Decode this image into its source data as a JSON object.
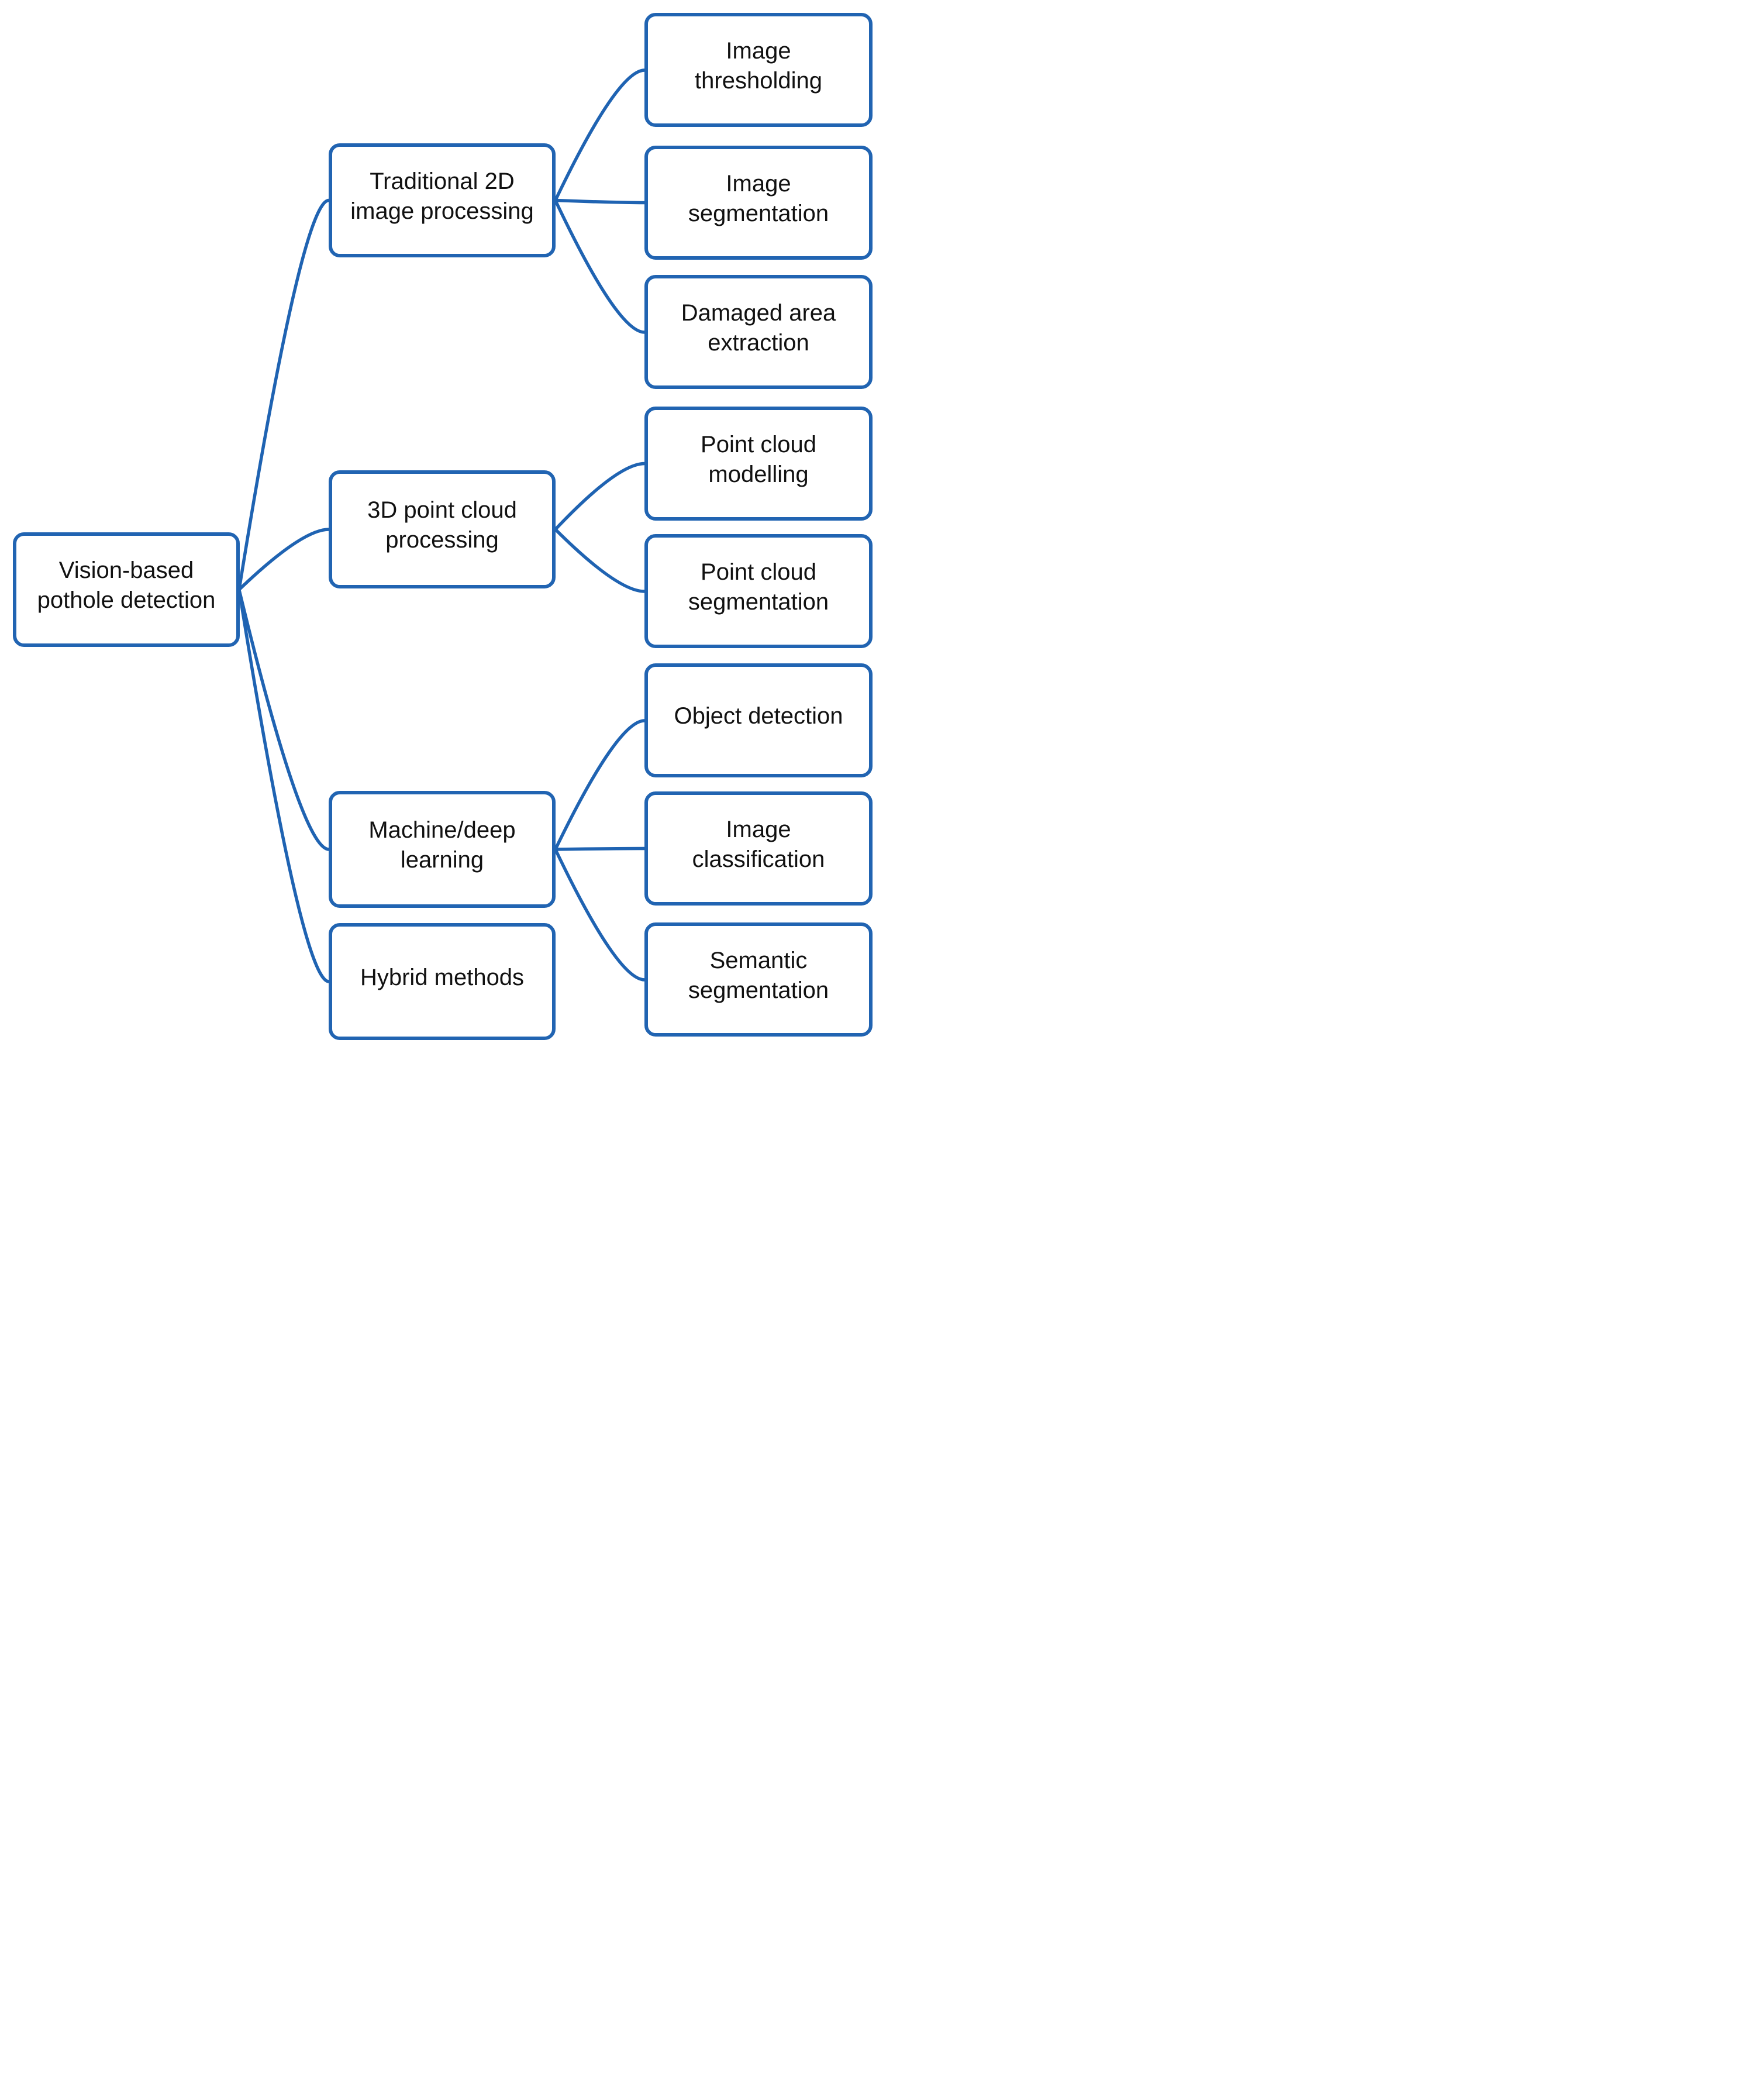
{
  "diagram": {
    "type": "hierarchy",
    "colors": {
      "box_border": "#2164b2",
      "connector": "#1f63b2",
      "box_fill": "#ffffff",
      "text": "#111111",
      "background": "#ffffff"
    },
    "nodes": {
      "vision": {
        "label": "Vision-based\npothole detection"
      },
      "traditional": {
        "label": "Traditional 2D\nimage processing"
      },
      "point3d": {
        "label": "3D point cloud\nprocessing"
      },
      "machine": {
        "label": "Machine/deep\nlearning"
      },
      "hybrid": {
        "label": "Hybrid methods"
      },
      "thresholding": {
        "label": "Image\nthresholding"
      },
      "imgseg": {
        "label": "Image\nsegmentation"
      },
      "damaged": {
        "label": "Damaged area\nextraction"
      },
      "pcmodel": {
        "label": "Point cloud\nmodelling"
      },
      "pcseg": {
        "label": "Point cloud\nsegmentation"
      },
      "objdet": {
        "label": "Object detection"
      },
      "imgclass": {
        "label": "Image\nclassification"
      },
      "semseg": {
        "label": "Semantic\nsegmentation"
      }
    },
    "edges": [
      {
        "from": "vision",
        "to": "traditional"
      },
      {
        "from": "vision",
        "to": "point3d"
      },
      {
        "from": "vision",
        "to": "machine"
      },
      {
        "from": "vision",
        "to": "hybrid"
      },
      {
        "from": "traditional",
        "to": "thresholding"
      },
      {
        "from": "traditional",
        "to": "imgseg"
      },
      {
        "from": "traditional",
        "to": "damaged"
      },
      {
        "from": "point3d",
        "to": "pcmodel"
      },
      {
        "from": "point3d",
        "to": "pcseg"
      },
      {
        "from": "machine",
        "to": "objdet"
      },
      {
        "from": "machine",
        "to": "imgclass"
      },
      {
        "from": "machine",
        "to": "semseg"
      }
    ]
  }
}
